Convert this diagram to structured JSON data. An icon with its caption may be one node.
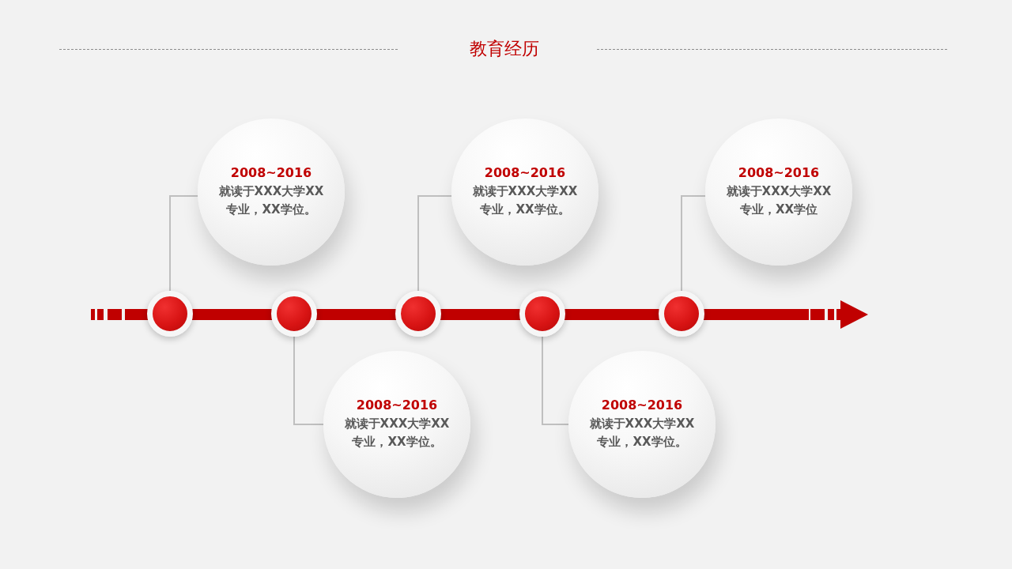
{
  "diagram": {
    "title": "教育经历",
    "nodes": [
      {
        "text": [
          "2008~2016",
          "就读于XXX大学XX专业，XX学位。"
        ]
      },
      {
        "text": [
          "2008~2016",
          "就读于XXX大学XX专业，XX学位。"
        ]
      },
      {
        "text": [
          "2008~2016",
          "就读于XXX大学XX专业，XX学位。"
        ]
      },
      {
        "text": [
          "2008~2016",
          "就读于XXX大学XX专业，XX学位。"
        ]
      },
      {
        "text": [
          "2008~2016",
          "就读于XXX大学XX专业，XX学位"
        ]
      },
      {
        "text": [],
        "shape": "circle"
      },
      {
        "text": [],
        "shape": "circle"
      },
      {
        "text": [],
        "shape": "circle"
      },
      {
        "text": [],
        "shape": "circle"
      },
      {
        "text": [],
        "shape": "circle"
      }
    ],
    "edges": [
      {
        "from": 5,
        "to": 0,
        "arrow": "none"
      },
      {
        "from": 6,
        "to": 1,
        "arrow": "none"
      },
      {
        "from": 7,
        "to": 2,
        "arrow": "none"
      },
      {
        "from": 8,
        "to": 3,
        "arrow": "none"
      },
      {
        "from": 9,
        "to": 4,
        "arrow": "none"
      }
    ]
  }
}
